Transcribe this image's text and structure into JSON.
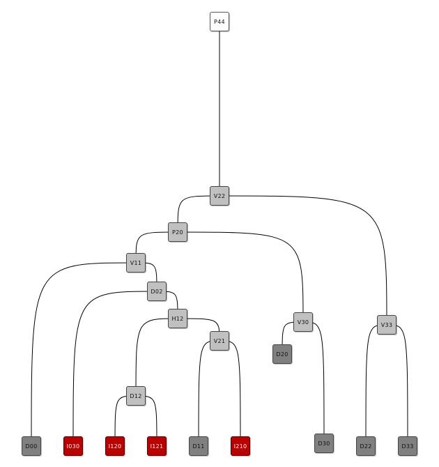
{
  "diagram": {
    "type": "tree",
    "colors": {
      "edge": "#000000",
      "root": "#ffffff",
      "internal": "#c0c0c0",
      "leaf_dark": "#808080",
      "leaf_red": "#bb0000"
    },
    "nodes": [
      {
        "id": "P44",
        "label": "P44",
        "style": "white"
      },
      {
        "id": "V22",
        "label": "V22",
        "style": "light"
      },
      {
        "id": "P20",
        "label": "P20",
        "style": "light"
      },
      {
        "id": "V11",
        "label": "V11",
        "style": "light"
      },
      {
        "id": "D02",
        "label": "D02",
        "style": "light"
      },
      {
        "id": "H12",
        "label": "H12",
        "style": "light"
      },
      {
        "id": "V21",
        "label": "V21",
        "style": "light"
      },
      {
        "id": "D12",
        "label": "D12",
        "style": "light"
      },
      {
        "id": "V30",
        "label": "V30",
        "style": "light"
      },
      {
        "id": "V33",
        "label": "V33",
        "style": "light"
      },
      {
        "id": "D20",
        "label": "D20",
        "style": "dark"
      },
      {
        "id": "D00",
        "label": "D00",
        "style": "dark"
      },
      {
        "id": "I030",
        "label": "I030",
        "style": "red"
      },
      {
        "id": "I120",
        "label": "I120",
        "style": "red"
      },
      {
        "id": "I121",
        "label": "I121",
        "style": "red"
      },
      {
        "id": "D11",
        "label": "D11",
        "style": "dark"
      },
      {
        "id": "I210",
        "label": "I210",
        "style": "red"
      },
      {
        "id": "D30",
        "label": "D30",
        "style": "dark"
      },
      {
        "id": "D22",
        "label": "D22",
        "style": "dark"
      },
      {
        "id": "D33",
        "label": "D33",
        "style": "dark"
      }
    ],
    "edges": [
      [
        "P44",
        "V22"
      ],
      [
        "V22",
        "P20"
      ],
      [
        "V22",
        "V33"
      ],
      [
        "P20",
        "V11"
      ],
      [
        "P20",
        "V30"
      ],
      [
        "V11",
        "D00"
      ],
      [
        "V11",
        "D02"
      ],
      [
        "D02",
        "I030"
      ],
      [
        "D02",
        "H12"
      ],
      [
        "H12",
        "D12"
      ],
      [
        "H12",
        "V21"
      ],
      [
        "D12",
        "I120"
      ],
      [
        "D12",
        "I121"
      ],
      [
        "V21",
        "D11"
      ],
      [
        "V21",
        "I210"
      ],
      [
        "V30",
        "D20"
      ],
      [
        "V30",
        "D30"
      ],
      [
        "V33",
        "D22"
      ],
      [
        "V33",
        "D33"
      ]
    ]
  }
}
